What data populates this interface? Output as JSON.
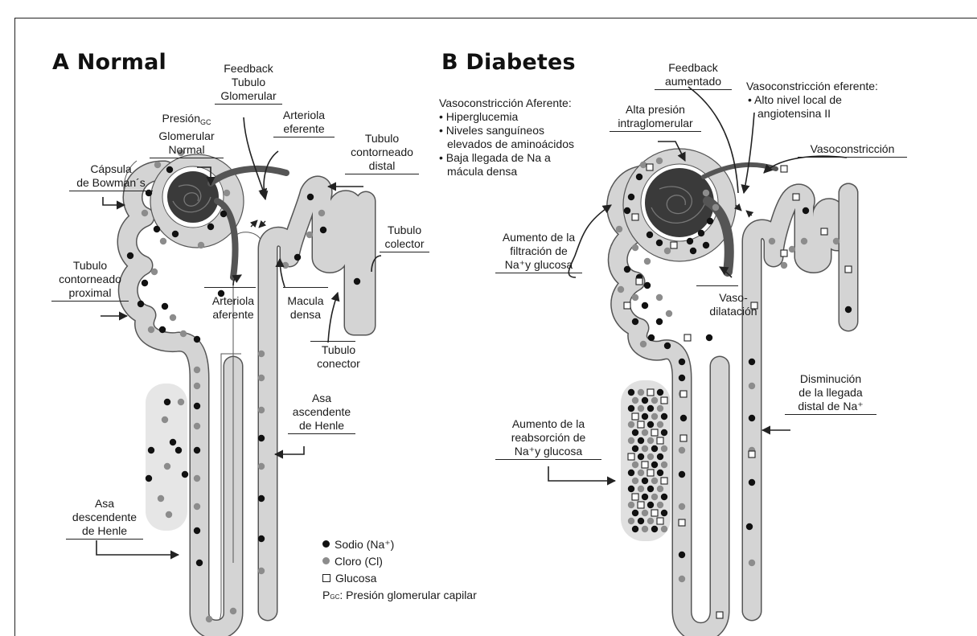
{
  "panel_a": {
    "title": "A Normal",
    "labels": {
      "feedback": [
        "Feedback",
        "Tubulo",
        "Glomerular"
      ],
      "presion": [
        "Presión",
        "GC",
        "Glomerular",
        "Normal"
      ],
      "arteriola_eferente": [
        "Arteriola",
        "eferente"
      ],
      "tubulo_distal": [
        "Tubulo",
        "contorneado",
        "distal"
      ],
      "capsula": [
        "Cápsula",
        "de Bowman´s"
      ],
      "tubulo_colector": [
        "Tubulo",
        "colector"
      ],
      "tubulo_proximal": [
        "Tubulo",
        "contorneado",
        "proximal"
      ],
      "arteriola_aferente": [
        "Arteriola",
        "aferente"
      ],
      "macula": [
        "Macula",
        "densa"
      ],
      "tubulo_conector": [
        "Tubulo",
        "conector"
      ],
      "asa_ascendente": [
        "Asa",
        "ascendente",
        "de Henle"
      ],
      "asa_descendente": [
        "Asa",
        "descendente",
        "de Henle"
      ]
    }
  },
  "panel_b": {
    "title": "B Diabetes",
    "labels": {
      "feedback": [
        "Feedback",
        "aumentado"
      ],
      "vaso_eferente": [
        "Vasoconstricción eferente:",
        "•  Alto nivel local de",
        "angiotensina II"
      ],
      "vaso_aferente": [
        "Vasoconstricción Aferente:",
        "• Hiperglucemia",
        "• Niveles sanguíneos",
        "elevados de aminoácidos",
        "• Baja llegada de Na a",
        "mácula densa"
      ],
      "alta_presion": [
        "Alta presión",
        "intraglomerular"
      ],
      "vasoconstriccion": "Vasoconstricción",
      "aumento_filtracion": [
        "Aumento de la",
        "filtración de",
        "Na⁺y glucosa"
      ],
      "vasodilatacion": [
        "Vaso-",
        "dilatación"
      ],
      "disminucion": [
        "Disminución",
        "de la llegada",
        "distal de Na⁺"
      ],
      "aumento_reabsorcion": [
        "Aumento de la",
        "reabsorción de",
        "Na⁺y glucosa"
      ]
    }
  },
  "legend": {
    "sodio": "Sodio (Na⁺)",
    "cloro": "Cloro (Cl)",
    "glucosa": "Glucosa",
    "pgc_symbol": "P",
    "pgc_sub": "GC",
    "pgc_text": ": Presión glomerular capilar"
  },
  "colors": {
    "tubule_fill": "#d4d4d4",
    "tubule_stroke": "#555555",
    "glomerulus": "#3a3a3a",
    "sodium": "#111111",
    "chloride": "#8c8c8c"
  }
}
